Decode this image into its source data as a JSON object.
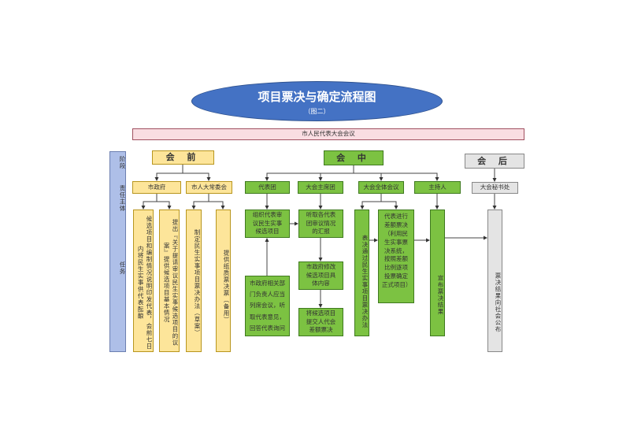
{
  "title": "项目票决与确定流程图",
  "subtitle": "（图二）",
  "banner": "市人民代表大会会议",
  "side": {
    "stage": "阶段",
    "subject": "责任主体",
    "task": "任务"
  },
  "before": {
    "stage": "会 前",
    "subjects": [
      "市政府",
      "市人大常委会"
    ],
    "tasks": [
      "候选项目和编制情况说明印发代表，会前七日内将民生实事供代表酝酿",
      "提出『关于提请审议民生实事候选项目的议案』提供候选项目基本情况",
      "制定民生实事项目票决办法（草案）",
      "提供纸质票决票（备用）"
    ]
  },
  "during": {
    "stage": "会 中",
    "subjects": [
      "代表团",
      "大会主席团",
      "大会全体会议",
      "主持人"
    ],
    "tasks": {
      "organize": "组织代表审议民生实事候选项目",
      "hear": "听取各代表团审议情况的汇报",
      "modify": "市政府修改候选项目具体内容",
      "submit": "将候选项目提交人代会差额票决",
      "respond": "市政府相关部门负责人应当列席会议，听取代表意见，回答代表询问",
      "adopt": "表决通过民生实事项目票决办法",
      "vote": "代表进行差额票决（利用民生实事票决系统，按照差额比例逐项投票确定正式项目）",
      "announce": "宣布票决结果"
    }
  },
  "after": {
    "stage": "会 后",
    "subject": "大会秘书处",
    "task": "票决结果向社会公布"
  },
  "colors": {
    "ellipse": "#4472c4",
    "yellow": "#fde59a",
    "green": "#7cc242",
    "gray": "#e4e4e4",
    "pink": "#f9dde2",
    "side": "#aebfe8"
  }
}
